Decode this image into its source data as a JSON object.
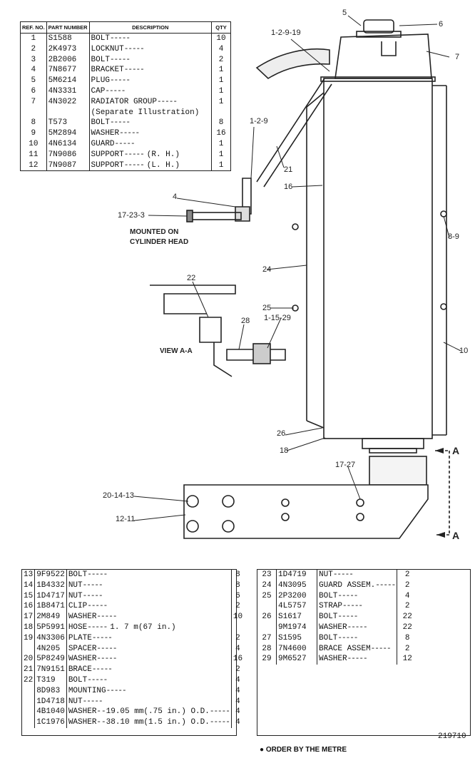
{
  "top_table": {
    "headers": {
      "ref": "REF. NO.",
      "part": "PART NUMBER",
      "desc": "DESCRIPTION",
      "qty": "QTY"
    },
    "rows": [
      {
        "ref": "1",
        "part": "S1588",
        "desc": "BOLT",
        "qty": "10"
      },
      {
        "ref": "2",
        "part": "2K4973",
        "desc": "LOCKNUT",
        "qty": "4"
      },
      {
        "ref": "3",
        "part": "2B2006",
        "desc": "BOLT",
        "qty": "2"
      },
      {
        "ref": "4",
        "part": "7N8677",
        "desc": "BRACKET",
        "qty": "1"
      },
      {
        "ref": "5",
        "part": "5M6214",
        "desc": "PLUG",
        "qty": "1"
      },
      {
        "ref": "6",
        "part": "4N3331",
        "desc": "CAP",
        "qty": "1"
      },
      {
        "ref": "7",
        "part": "4N3022",
        "desc": "RADIATOR GROUP",
        "qty": "1"
      },
      {
        "ref": "",
        "part": "",
        "desc": "(Separate Illustration)",
        "qty": ""
      },
      {
        "ref": "8",
        "part": "T573",
        "desc": "BOLT",
        "qty": "8"
      },
      {
        "ref": "9",
        "part": "5M2894",
        "desc": "WASHER",
        "qty": "16"
      },
      {
        "ref": "10",
        "part": "4N6134",
        "desc": "GUARD",
        "qty": "1"
      },
      {
        "ref": "11",
        "part": "7N9086",
        "desc": "SUPPORT",
        "note": "(R. H.)",
        "qty": "1"
      },
      {
        "ref": "12",
        "part": "7N9087",
        "desc": "SUPPORT",
        "note": "(L. H.)",
        "qty": "1"
      }
    ]
  },
  "bottom_left_table": {
    "rows": [
      {
        "ref": "13",
        "part": "9F9522",
        "desc": "BOLT",
        "qty": "8"
      },
      {
        "ref": "14",
        "part": "1B4332",
        "desc": "NUT",
        "qty": "8"
      },
      {
        "ref": "15",
        "part": "1D4717",
        "desc": "NUT",
        "qty": "6"
      },
      {
        "ref": "16",
        "part": "1B8471",
        "desc": "CLIP",
        "qty": "2"
      },
      {
        "ref": "17",
        "part": "2M849",
        "desc": "WASHER",
        "qty": "10"
      },
      {
        "ref": "18",
        "part": "5P5991",
        "desc": "HOSE",
        "note": "1. 7 m(67 in.)",
        "qty": ""
      },
      {
        "ref": "19",
        "part": "4N3306",
        "desc": "PLATE",
        "qty": "2"
      },
      {
        "ref": "",
        "part": "4N205",
        "desc": "SPACER",
        "qty": "4"
      },
      {
        "ref": "20",
        "part": "5P8249",
        "desc": "WASHER",
        "qty": "16"
      },
      {
        "ref": "21",
        "part": "7N9151",
        "desc": "BRACE",
        "qty": "2"
      },
      {
        "ref": "22",
        "part": "T319",
        "desc": "BOLT",
        "qty": "4"
      },
      {
        "ref": "",
        "part": "8D983",
        "desc": "MOUNTING",
        "qty": "4"
      },
      {
        "ref": "",
        "part": "1D4718",
        "desc": "NUT",
        "qty": "4"
      },
      {
        "ref": "",
        "part": "4B1040",
        "desc": "WASHER--19.05 mm(.75 in.) O.D.",
        "qty": "4"
      },
      {
        "ref": "",
        "part": "1C1976",
        "desc": "WASHER--38.10 mm(1.5 in.) O.D.",
        "qty": "4"
      }
    ]
  },
  "bottom_right_table": {
    "rows": [
      {
        "ref": "23",
        "part": "1D4719",
        "desc": "NUT",
        "qty": "2"
      },
      {
        "ref": "24",
        "part": "4N3095",
        "desc": "GUARD ASSEM.",
        "qty": "2"
      },
      {
        "ref": "25",
        "part": "2P3200",
        "desc": "BOLT",
        "qty": "4"
      },
      {
        "ref": "",
        "part": "4L5757",
        "desc": "STRAP",
        "qty": "2"
      },
      {
        "ref": "26",
        "part": "S1617",
        "desc": "BOLT",
        "qty": "22"
      },
      {
        "ref": "",
        "part": "9M1974",
        "desc": "WASHER",
        "qty": "22"
      },
      {
        "ref": "27",
        "part": "S1595",
        "desc": "BOLT",
        "qty": "8"
      },
      {
        "ref": "28",
        "part": "7N4600",
        "desc": "BRACE ASSEM",
        "qty": "2"
      },
      {
        "ref": "29",
        "part": "9M6527",
        "desc": "WASHER",
        "qty": "12"
      }
    ]
  },
  "notes": {
    "mounted_on": "MOUNTED ON",
    "cylinder_head": "CYLINDER HEAD",
    "view_aa": "VIEW A-A",
    "order_by_metre": "ORDER BY THE METRE",
    "drawing_number": "219710",
    "bullet": "●"
  },
  "callouts": {
    "c5": "5",
    "c6": "6",
    "c7": "7",
    "c1_2_9_19": "1-2-9-19",
    "c1_2_9": "1-2-9",
    "c21": "21",
    "c16": "16",
    "c4": "4",
    "c17_23_3": "17-23-3",
    "c8_9": "8-9",
    "c24": "24",
    "c22": "22",
    "c25": "25",
    "c1_15_29": "1-15-29",
    "c28": "28",
    "c10": "10",
    "c26": "26",
    "c18": "18",
    "c17_27": "17-27",
    "c20_14_13": "20-14-13",
    "c12_11": "12-11",
    "cA_top": "A",
    "cA_bot": "A"
  }
}
